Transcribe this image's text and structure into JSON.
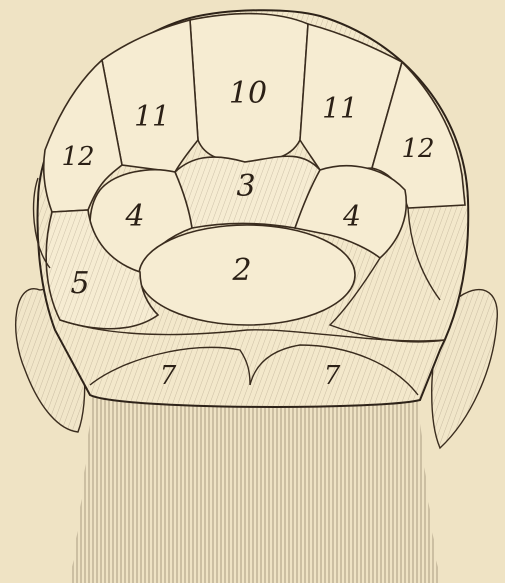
{
  "regions": [
    {
      "id": "r10",
      "label": "10"
    },
    {
      "id": "r11l",
      "label": "11"
    },
    {
      "id": "r11r",
      "label": "11"
    },
    {
      "id": "r12l",
      "label": "12"
    },
    {
      "id": "r12r",
      "label": "12"
    },
    {
      "id": "r3",
      "label": "3"
    },
    {
      "id": "r4l",
      "label": "4"
    },
    {
      "id": "r4r",
      "label": "4"
    },
    {
      "id": "r2",
      "label": "2"
    },
    {
      "id": "r5",
      "label": "5"
    },
    {
      "id": "r7l",
      "label": "7"
    },
    {
      "id": "r7r",
      "label": "7"
    }
  ],
  "colors": {
    "paper": "#efe3c4",
    "ink": "#3a2c1e",
    "region_fill": "#f6ecd2"
  }
}
